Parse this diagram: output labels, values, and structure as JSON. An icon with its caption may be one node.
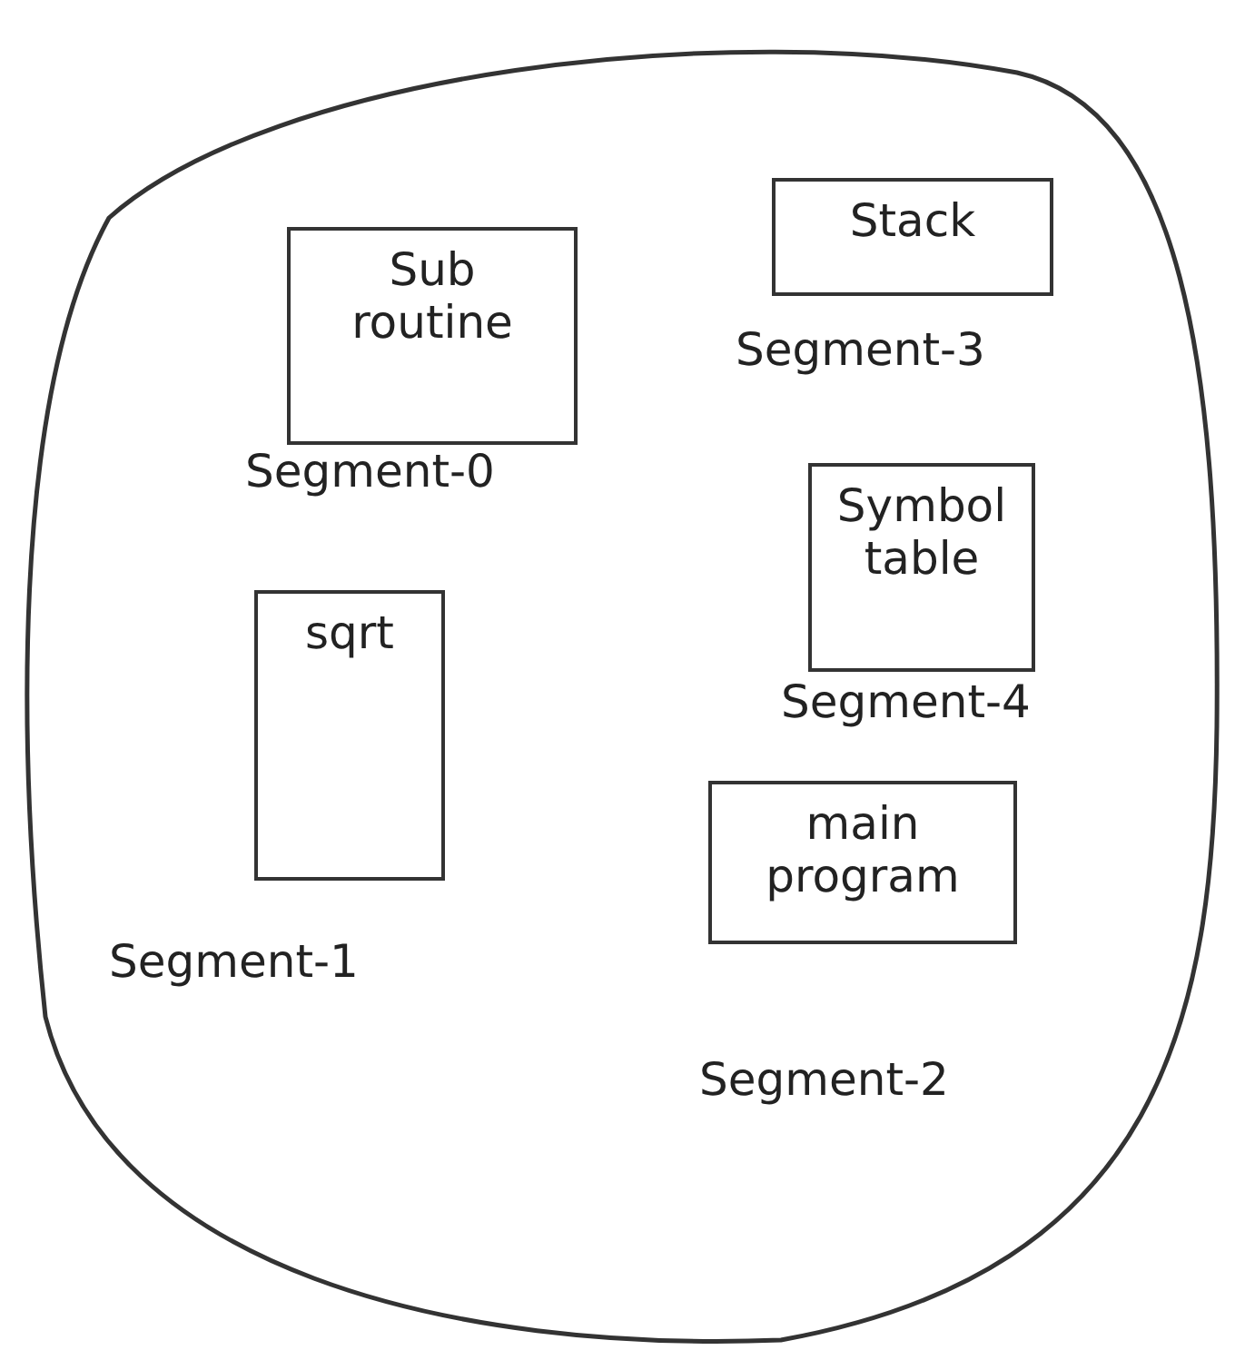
{
  "diagram": {
    "nodes": [
      {
        "text": [
          "Sub routine"
        ],
        "beside": [
          "Segment-0"
        ]
      },
      {
        "text": [
          "Stack"
        ],
        "beside": [
          "Segment-3"
        ]
      },
      {
        "text": [
          "Symbol table"
        ],
        "beside": [
          "Segment-4"
        ]
      },
      {
        "text": [
          "sqrt"
        ],
        "beside": [
          "Segment-1"
        ]
      },
      {
        "text": [
          "main program"
        ],
        "beside": [
          "Segment-2"
        ]
      }
    ],
    "edges": []
  }
}
